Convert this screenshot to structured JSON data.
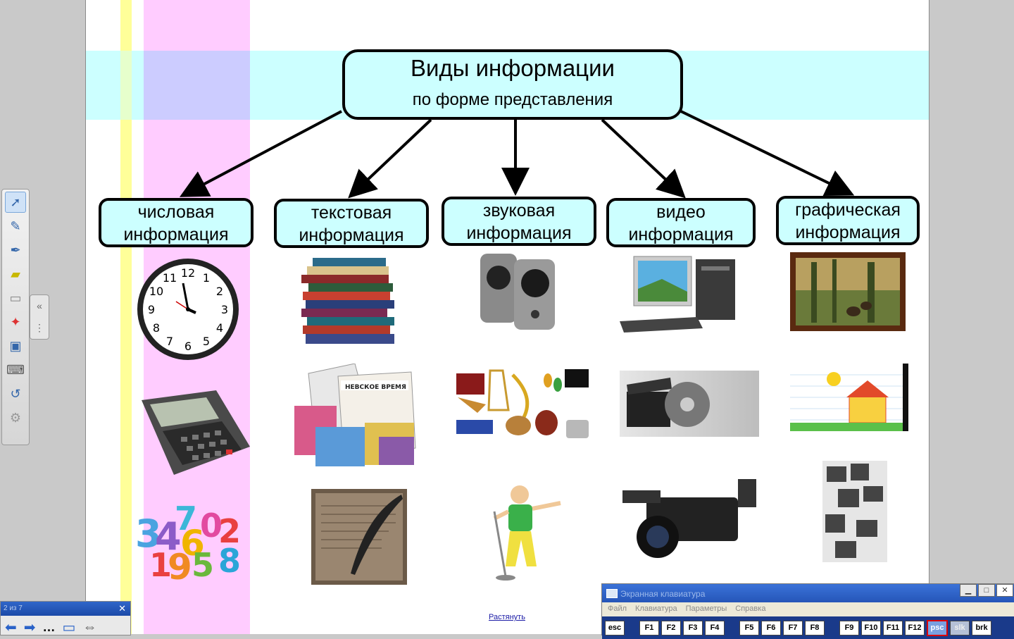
{
  "slide": {
    "title": "Виды информации",
    "subtitle": "по форме представления",
    "categories": [
      {
        "line1": "числовая",
        "line2": "информация"
      },
      {
        "line1": "текстовая",
        "line2": "информация"
      },
      {
        "line1": "звуковая",
        "line2": "информация"
      },
      {
        "line1": "видео",
        "line2": "информация"
      },
      {
        "line1": "графическая",
        "line2": "информация"
      }
    ],
    "colors": {
      "band": "#ccffff",
      "pink_stripe": "#ffccff",
      "yellow_stripe": "#ffff99"
    }
  },
  "clock_numbers": [
    "12",
    "1",
    "2",
    "3",
    "4",
    "5",
    "6",
    "7",
    "8",
    "9",
    "10",
    "11"
  ],
  "newspaper_text": "НЕВСКОЕ ВРЕМЯ",
  "stretch_link": "Растянуть",
  "nav_panel": {
    "page_counter": "2 из 7",
    "close": "✕"
  },
  "osk": {
    "title": "Экранная клавиатура",
    "menu": [
      "Файл",
      "Клавиатура",
      "Параметры",
      "Справка"
    ],
    "keys": [
      "esc",
      "F1",
      "F2",
      "F3",
      "F4",
      "F5",
      "F6",
      "F7",
      "F8",
      "F9",
      "F10",
      "F11",
      "F12",
      "psc",
      "slk",
      "brk"
    ]
  }
}
